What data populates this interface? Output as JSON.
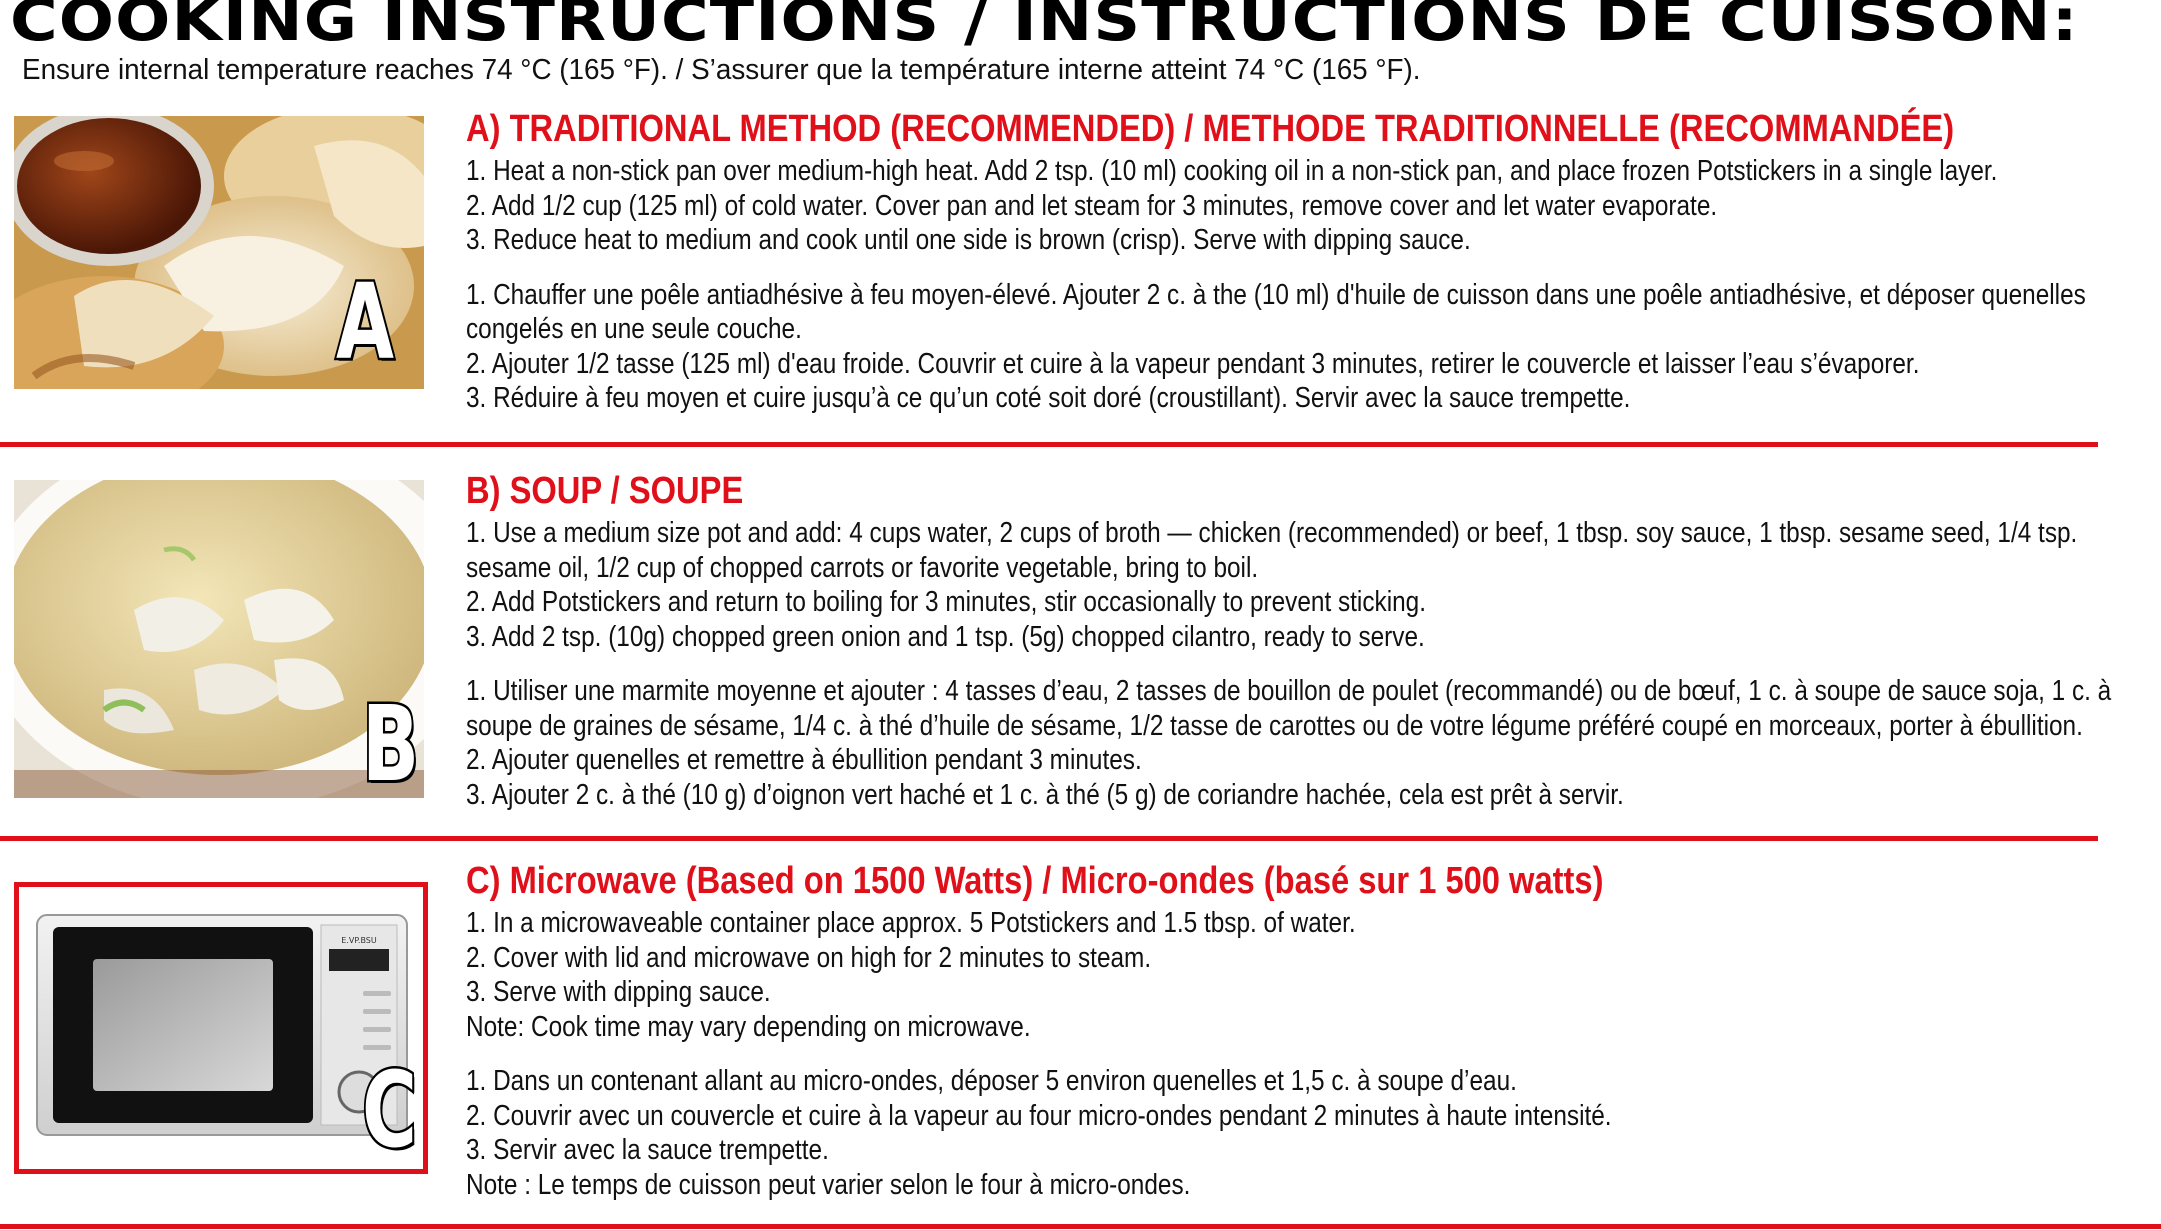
{
  "header": {
    "title": "COOKING INSTRUCTIONS / INSTRUCTIONS DE CUISSON:",
    "subtitle": "Ensure internal temperature reaches 74 °C (165 °F). / S’assurer que la température interne atteint 74 °C (165 °F)."
  },
  "sections": [
    {
      "badge": "A",
      "title": "A) TRADITIONAL METHOD (RECOMMENDED) / METHODE TRADITIONNELLE (RECOMMANDÉE)",
      "en": [
        "1. Heat a non-stick pan over medium-high heat. Add 2 tsp. (10 ml) cooking oil in a non-stick pan, and place frozen Potstickers in a single layer.",
        "2. Add 1/2 cup (125 ml) of cold water. Cover pan and let steam for 3 minutes, remove cover and let water evaporate.",
        "3. Reduce heat to medium and cook until one side is brown (crisp). Serve with dipping sauce."
      ],
      "fr": [
        "1. Chauffer une poêle antiadhésive à feu moyen-élevé. Ajouter 2 c. à the (10 ml) d'huile de cuisson dans une poêle antiadhésive, et déposer quenelles congelés en une seule couche.",
        "2. Ajouter 1/2 tasse (125 ml) d'eau froide. Couvrir et cuire à la vapeur pendant 3 minutes, retirer le couvercle et laisser l’eau s’évaporer.",
        "3. Réduire à feu moyen et cuire jusqu’à ce qu’un coté soit doré (croustillant). Servir avec la sauce trempette."
      ]
    },
    {
      "badge": "B",
      "title": "B) SOUP / SOUPE",
      "en": [
        "1. Use a medium size pot and add: 4 cups water, 2 cups of broth — chicken (recommended) or beef, 1 tbsp. soy sauce, 1 tbsp. sesame seed, 1/4 tsp. sesame oil, 1/2 cup of chopped carrots or favorite vegetable, bring to boil.",
        "2. Add Potstickers and return to boiling for 3 minutes, stir occasionally to prevent sticking.",
        "3. Add 2 tsp. (10g) chopped green onion and 1 tsp. (5g) chopped cilantro, ready to serve."
      ],
      "fr": [
        "1. Utiliser une marmite moyenne et ajouter : 4 tasses d’eau, 2 tasses de bouillon de poulet (recommandé) ou de bœuf, 1 c. à soupe de sauce soja, 1 c. à soupe de graines de sésame, 1/4 c. à thé d’huile de sésame, 1/2 tasse de carottes ou de votre légume préféré coupé en morceaux, porter à ébullition.",
        "2. Ajouter quenelles et remettre à ébullition pendant 3 minutes.",
        "3. Ajouter 2 c. à thé (10 g) d’oignon vert haché et 1 c. à thé (5 g) de coriandre hachée, cela est prêt à servir."
      ]
    },
    {
      "badge": "C",
      "title": "C) Microwave (Based on 1500 Watts) / Micro-ondes (basé sur 1 500 watts)",
      "en": [
        "1. In a microwaveable container place approx. 5 Potstickers and 1.5 tbsp. of water.",
        "2. Cover with lid and microwave on high for 2 minutes to steam.",
        "3. Serve with dipping sauce.",
        "Note: Cook time may vary depending on microwave."
      ],
      "fr": [
        "1. Dans un contenant allant au micro-ondes, déposer 5 environ quenelles et 1,5 c. à soupe d’eau.",
        "2. Couvrir avec un couvercle et cuire à la vapeur au four micro-ondes pendant 2 minutes à haute intensité.",
        "3. Servir avec la sauce trempette.",
        "Note : Le temps de cuisson peut varier selon le four à micro-ondes."
      ],
      "microwave_label": "E.VP.BSU"
    }
  ],
  "colors": {
    "accent_red": "#e0101a",
    "text": "#111111"
  }
}
